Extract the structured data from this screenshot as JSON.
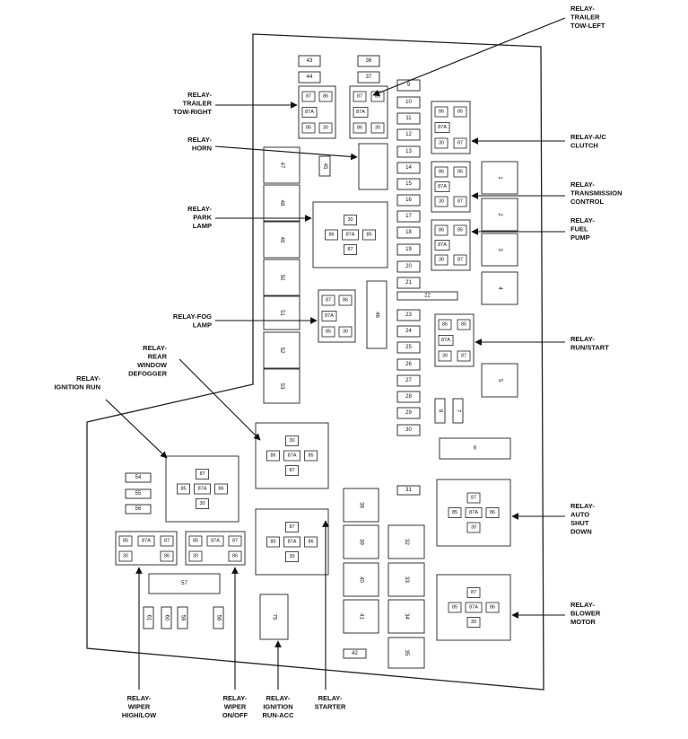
{
  "fuses": [
    {
      "id": "f43",
      "text": "43"
    },
    {
      "id": "f44",
      "text": "44"
    },
    {
      "id": "f36",
      "text": "36"
    },
    {
      "id": "f37",
      "text": "37"
    },
    {
      "id": "f9",
      "text": "9"
    },
    {
      "id": "f10",
      "text": "10"
    },
    {
      "id": "f11",
      "text": "11"
    },
    {
      "id": "f12",
      "text": "12"
    },
    {
      "id": "f13",
      "text": "13"
    },
    {
      "id": "f14",
      "text": "14"
    },
    {
      "id": "f15",
      "text": "15"
    },
    {
      "id": "f16",
      "text": "16"
    },
    {
      "id": "f17",
      "text": "17"
    },
    {
      "id": "f18",
      "text": "18"
    },
    {
      "id": "f19",
      "text": "19"
    },
    {
      "id": "f20",
      "text": "20"
    },
    {
      "id": "f21",
      "text": "21"
    },
    {
      "id": "f22",
      "text": "22"
    },
    {
      "id": "f23",
      "text": "23"
    },
    {
      "id": "f24",
      "text": "24"
    },
    {
      "id": "f25",
      "text": "25"
    },
    {
      "id": "f26",
      "text": "26"
    },
    {
      "id": "f27",
      "text": "27"
    },
    {
      "id": "f28",
      "text": "28"
    },
    {
      "id": "f29",
      "text": "29"
    },
    {
      "id": "f30",
      "text": "30"
    },
    {
      "id": "f31",
      "text": "31"
    },
    {
      "id": "f45",
      "text": "45"
    },
    {
      "id": "f46",
      "text": "46"
    },
    {
      "id": "f47",
      "text": "47"
    },
    {
      "id": "f48",
      "text": "48"
    },
    {
      "id": "f49",
      "text": "49"
    },
    {
      "id": "f50",
      "text": "50"
    },
    {
      "id": "f51",
      "text": "51"
    },
    {
      "id": "f52",
      "text": "52"
    },
    {
      "id": "f53",
      "text": "53"
    },
    {
      "id": "f1",
      "text": "1"
    },
    {
      "id": "f2",
      "text": "2"
    },
    {
      "id": "f3",
      "text": "3"
    },
    {
      "id": "f4",
      "text": "4"
    },
    {
      "id": "f5",
      "text": "5"
    },
    {
      "id": "f6",
      "text": "6"
    },
    {
      "id": "f7",
      "text": "7"
    },
    {
      "id": "f8",
      "text": "8"
    },
    {
      "id": "f54",
      "text": "54"
    },
    {
      "id": "f55",
      "text": "55"
    },
    {
      "id": "f56",
      "text": "56"
    },
    {
      "id": "f57",
      "text": "57"
    },
    {
      "id": "f58",
      "text": "58"
    },
    {
      "id": "f59",
      "text": "59"
    },
    {
      "id": "f60",
      "text": "60"
    },
    {
      "id": "f61",
      "text": "61"
    },
    {
      "id": "f75",
      "text": "75"
    },
    {
      "id": "f38",
      "text": "38"
    },
    {
      "id": "f39",
      "text": "39"
    },
    {
      "id": "f40",
      "text": "40"
    },
    {
      "id": "f41",
      "text": "41"
    },
    {
      "id": "f42",
      "text": "42"
    },
    {
      "id": "f32",
      "text": "32"
    },
    {
      "id": "f33",
      "text": "33"
    },
    {
      "id": "f34",
      "text": "34"
    },
    {
      "id": "f35",
      "text": "35"
    }
  ],
  "pins": {
    "p87": "87",
    "p86": "86",
    "p85": "85",
    "p30": "30",
    "p87a": "87A"
  },
  "labels": {
    "trailer_right": [
      "RELAY-",
      "TRAILER",
      "TOW-RIGHT"
    ],
    "horn": [
      "RELAY-",
      "HORN"
    ],
    "park_lamp": [
      "RELAY-",
      "PARK",
      "LAMP"
    ],
    "fog_lamp": [
      "RELAY-FOG",
      "LAMP"
    ],
    "rear_defogger": [
      "RELAY-",
      "REAR",
      "WINDOW",
      "DEFOGGER"
    ],
    "ignition_run": [
      "RELAY-",
      "IGNITION RUN"
    ],
    "trailer_left": [
      "RELAY-",
      "TRAILER",
      "TOW-LEFT"
    ],
    "ac_clutch": [
      "RELAY-A/C",
      "CLUTCH"
    ],
    "transmission": [
      "RELAY-",
      "TRANSMISSION",
      "CONTROL"
    ],
    "fuel_pump": [
      "RELAY-",
      "FUEL",
      "PUMP"
    ],
    "run_start": [
      "RELAY-",
      "RUN/START"
    ],
    "auto_shut_down": [
      "RELAY-",
      "AUTO",
      "SHUT",
      "DOWN"
    ],
    "blower_motor": [
      "RELAY-",
      "BLOWER",
      "MOTOR"
    ],
    "wiper_high_low": [
      "RELAY-",
      "WIPER",
      "HIGH/LOW"
    ],
    "wiper_on_off": [
      "RELAY-",
      "WIPER",
      "ON/OFF"
    ],
    "ignition_run_acc": [
      "RELAY-",
      "IGNITION",
      "RUN-ACC"
    ],
    "starter": [
      "RELAY-",
      "STARTER"
    ]
  }
}
